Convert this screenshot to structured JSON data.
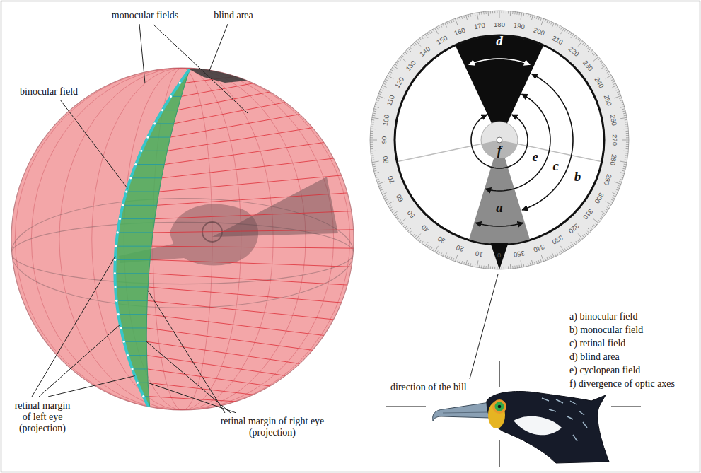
{
  "diagram": {
    "labels": [
      "monocular fields",
      "blind area",
      "binocular field",
      "retinal margin of left eye (projection)",
      "retinal margin of right eye (projection)",
      "d",
      "b",
      "c",
      "e",
      "f",
      "a",
      "direction of the bill",
      "a) binocular field",
      "b) monocular field",
      "c) retinal field",
      "d) blind area",
      "e) cyclopean field",
      "f) divergence of optic axes",
      "0",
      "10",
      "20",
      "30",
      "40",
      "50",
      "60",
      "70",
      "80",
      "90",
      "100",
      "110",
      "120",
      "130",
      "140",
      "150",
      "160",
      "170",
      "180",
      "190",
      "200",
      "210",
      "220",
      "230",
      "240",
      "250",
      "260",
      "270",
      "280",
      "290",
      "300",
      "310",
      "320",
      "330",
      "340",
      "350"
    ]
  }
}
